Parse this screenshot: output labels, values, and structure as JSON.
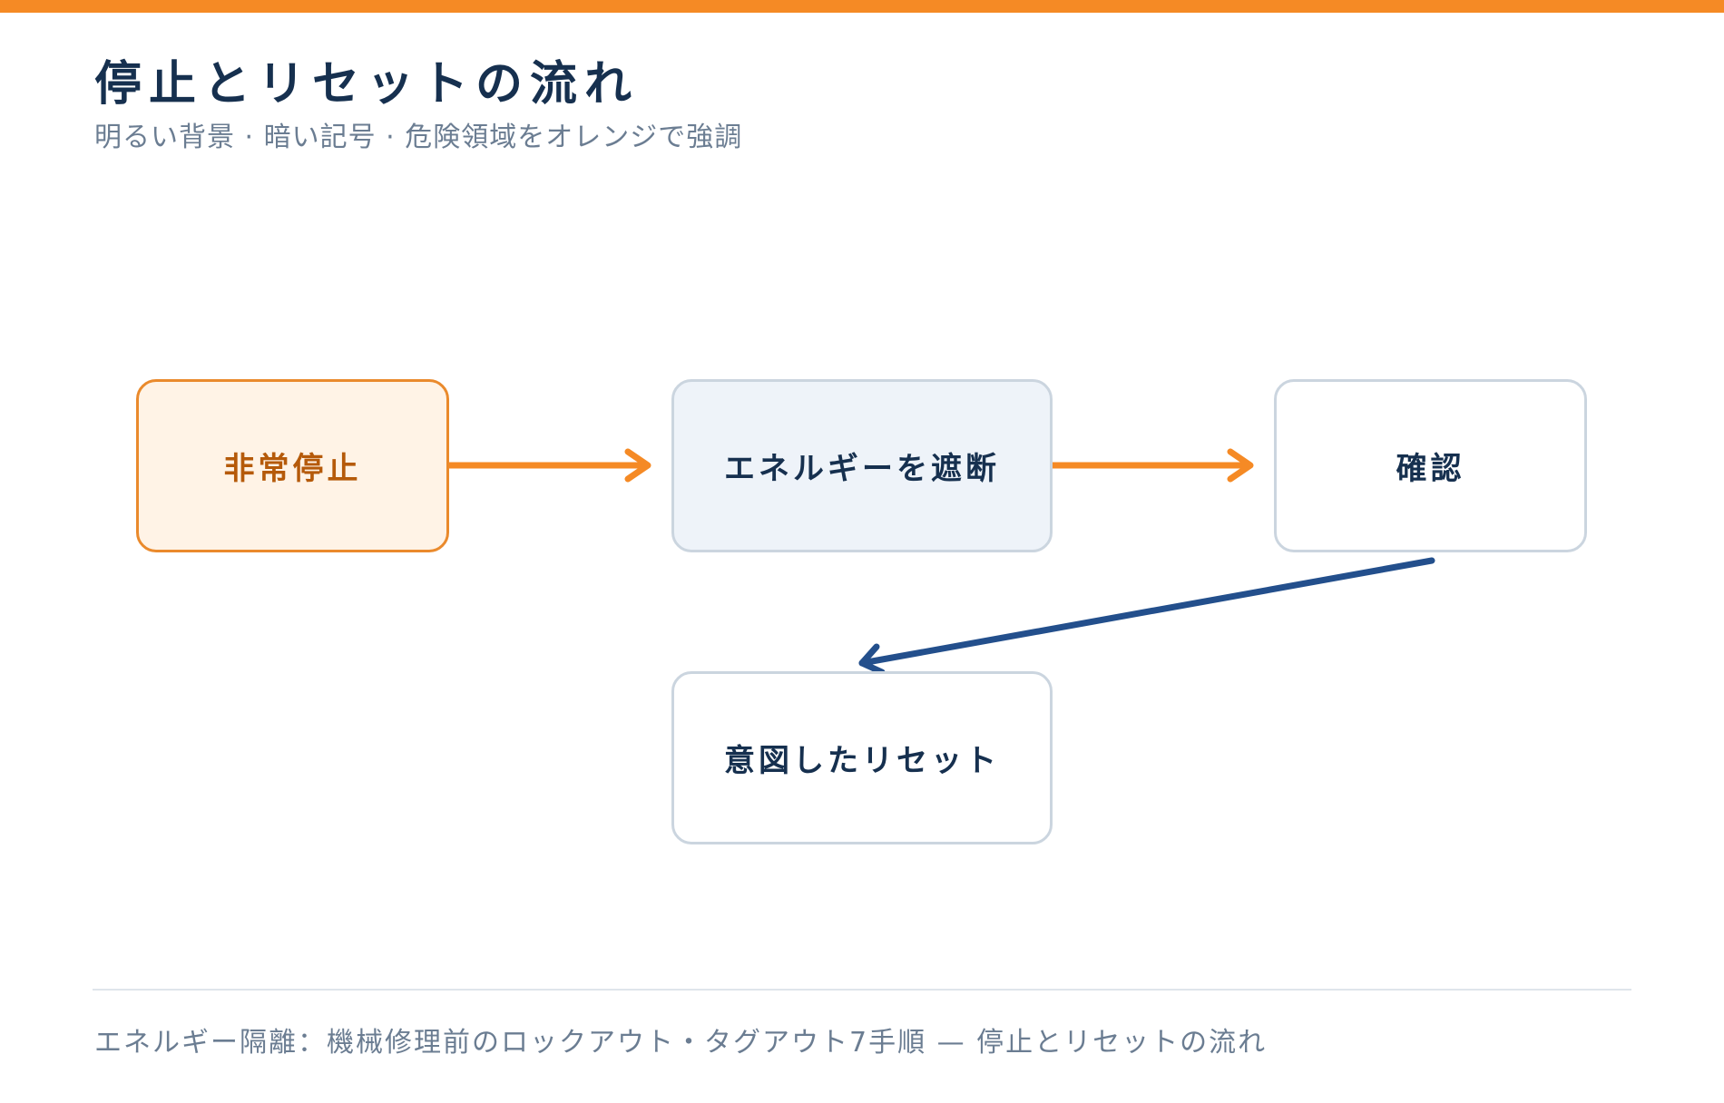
{
  "header": {
    "title": "停止とリセットの流れ",
    "subtitle": "明るい背景 · 暗い記号 · 危険領域をオレンジで強調"
  },
  "nodes": [
    {
      "id": "emergency-stop",
      "label": "非常停止",
      "style": "danger"
    },
    {
      "id": "isolate-energy",
      "label": "エネルギーを遮断",
      "style": "active"
    },
    {
      "id": "verify",
      "label": "確認",
      "style": "normal"
    },
    {
      "id": "intentional-reset",
      "label": "意図したリセット",
      "style": "normal"
    }
  ],
  "edges": [
    {
      "from": "emergency-stop",
      "to": "isolate-energy",
      "color": "#f58a25"
    },
    {
      "from": "isolate-energy",
      "to": "verify",
      "color": "#f58a25"
    },
    {
      "from": "verify",
      "to": "intentional-reset",
      "color": "#234f8c"
    }
  ],
  "footer": {
    "caption": "エネルギー隔離：機械修理前のロックアウト・タグアウト7手順 — 停止とリセットの流れ"
  },
  "colors": {
    "accent": "#f58a25",
    "danger_fill": "#fff3e6",
    "danger_text": "#b55a0a",
    "dark_text": "#16304f",
    "muted_text": "#6b7d92",
    "return_arrow": "#234f8c"
  }
}
